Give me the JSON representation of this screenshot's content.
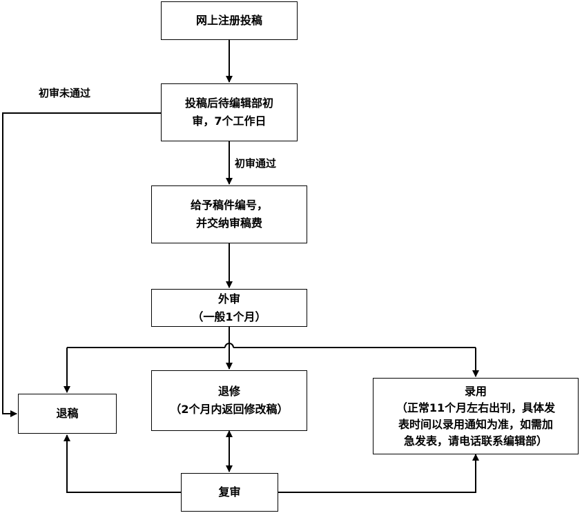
{
  "nodes": {
    "register": {
      "text": "网上注册投稿"
    },
    "initial_review": {
      "line1": "投稿后待编辑部初",
      "line2": "审，7个工作日"
    },
    "numbering": {
      "line1": "给予稿件编号，",
      "line2": "并交纳审稿费"
    },
    "external_review": {
      "line1": "外审",
      "line2": "（一般1个月）"
    },
    "revision": {
      "line1": "退修",
      "line2": "（2个月内返回修改稿）"
    },
    "rejection": {
      "text": "退稿"
    },
    "acceptance": {
      "line1": "录用",
      "line2": "（正常11个月左右出刊，具体发",
      "line3": "表时间以录用通知为准，如需加",
      "line4": "急发表，请电话联系编辑部）"
    },
    "re_review": {
      "text": "复审"
    }
  },
  "labels": {
    "initial_fail": "初审未通过",
    "initial_pass": "初审通过"
  }
}
